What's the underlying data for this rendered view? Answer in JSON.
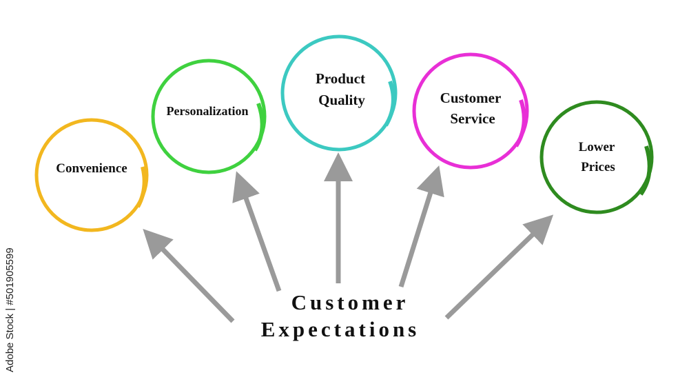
{
  "center": {
    "line1": "Customer",
    "line2": "Expectations"
  },
  "nodes": [
    {
      "id": "convenience",
      "lines": [
        "Convenience"
      ],
      "color": "#f2b71f"
    },
    {
      "id": "personalization",
      "lines": [
        "Personalization"
      ],
      "color": "#3fd13f"
    },
    {
      "id": "product-quality",
      "lines": [
        "Product",
        "Quality"
      ],
      "color": "#3cc9c1"
    },
    {
      "id": "customer-service",
      "lines": [
        "Customer",
        "Service"
      ],
      "color": "#e82fd6"
    },
    {
      "id": "lower-prices",
      "lines": [
        "Lower",
        "Prices"
      ],
      "color": "#2e8b1f"
    }
  ],
  "arrow_color": "#9a9a9a",
  "watermark": "Adobe Stock | #501905599"
}
